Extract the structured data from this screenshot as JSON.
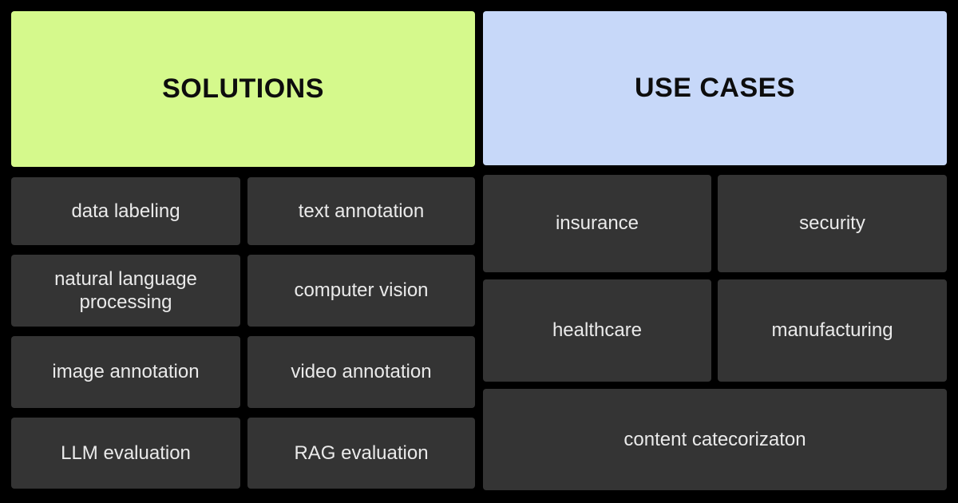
{
  "palette": {
    "background": "#000000",
    "solutions_header_bg": "#d5f98c",
    "use_cases_header_bg": "#c7d8f9",
    "tile_bg": "#343434",
    "tile_text": "#eaeaea",
    "header_text": "#0d0d0d"
  },
  "solutions": {
    "title": "SOLUTIONS",
    "tiles": [
      {
        "label": "data labeling"
      },
      {
        "label": "text annotation"
      },
      {
        "label": "natural language processing"
      },
      {
        "label": "computer vision"
      },
      {
        "label": "image annotation"
      },
      {
        "label": "video annotation"
      },
      {
        "label": "LLM evaluation"
      },
      {
        "label": "RAG evaluation"
      }
    ]
  },
  "use_cases": {
    "title": "USE CASES",
    "tiles": [
      {
        "label": "insurance"
      },
      {
        "label": "security"
      },
      {
        "label": "healthcare"
      },
      {
        "label": "manufacturing"
      },
      {
        "label": "content catecorizaton"
      }
    ]
  }
}
